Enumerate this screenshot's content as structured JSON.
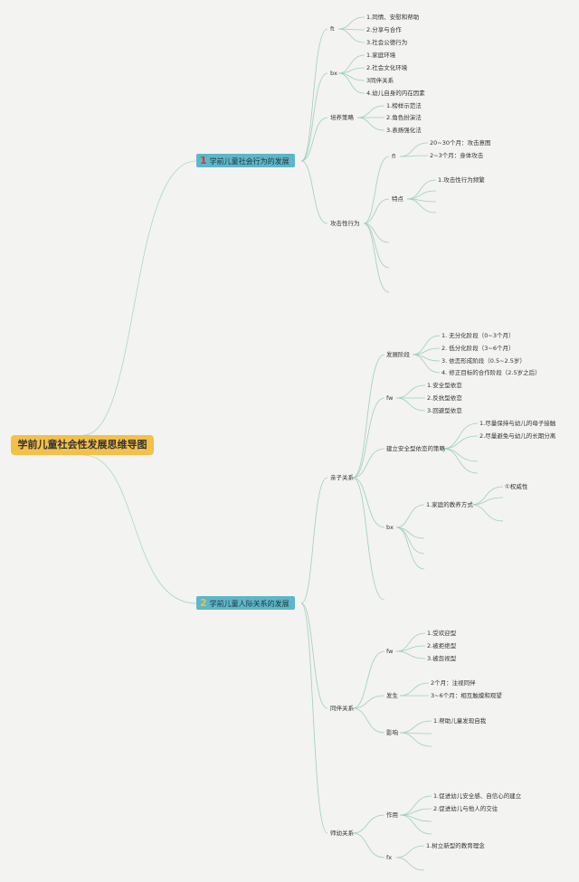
{
  "root": {
    "title": "学前儿童社会性发展思维导图"
  },
  "branch1": {
    "number": "1",
    "title": "学前儿童社会行为的发展",
    "number_color": "#e0303c",
    "n_ft": {
      "label": "ft",
      "items": [
        "1.同情、安慰和帮助",
        "2.分享与合作",
        "3.社会公德行为"
      ]
    },
    "n_bx": {
      "label": "bx",
      "items": [
        "1.家庭环境",
        "2.社会文化环境",
        "3同伴关系",
        "4.幼儿自身的内在因素"
      ]
    },
    "n_pycl": {
      "label": "培养策略",
      "items": [
        "1.榜样示范法",
        "2.角色扮演法",
        "3.表扬强化法"
      ]
    },
    "n_gj": {
      "label": "攻击性行为",
      "n_fl": {
        "label": "fl",
        "items": [
          "20~30个月：攻击意图",
          "2~3个月：身体攻击"
        ]
      },
      "n_td": {
        "label": "特点",
        "items": [
          "1.攻击性行为频繁"
        ]
      }
    }
  },
  "branch2": {
    "number": "2",
    "title": "学前儿童人际关系的发展",
    "number_color": "#f0c03a",
    "n_qz": {
      "label": "亲子关系",
      "n_fzjd": {
        "label": "发展阶段",
        "items": [
          "1. 无分化阶段（0~3个月）",
          "2. 低分化阶段（3~6个月）",
          "3. 依恋形成阶段（0.5~2.5岁）",
          "4. 修正目标的合作阶段（2.5岁之后）"
        ]
      },
      "n_fw": {
        "label": "fw",
        "items": [
          "1.安全型依恋",
          "2.反抗型依恋",
          "3.回避型依恋"
        ]
      },
      "n_jl": {
        "label": "建立安全型依恋的策略",
        "items": [
          "1.尽量保持与幼儿的母子接触",
          "2.尽量避免与幼儿的长期分离"
        ]
      },
      "n_bx": {
        "label": "bx",
        "sub_label": "1.家庭的教养方式",
        "sub_items": [
          "①权威性"
        ]
      }
    },
    "n_tb": {
      "label": "同伴关系",
      "n_fw": {
        "label": "fw",
        "items": [
          "1.受欢迎型",
          "2.被拒绝型",
          "3.被忽视型"
        ]
      },
      "n_fs": {
        "label": "发生",
        "items": [
          "2个月：注视同伴",
          "3~6个月：相互触摸和观望"
        ]
      },
      "n_yx": {
        "label": "影响",
        "items": [
          "1.帮助儿童发现自我"
        ]
      }
    },
    "n_sy": {
      "label": "师幼关系",
      "n_zy": {
        "label": "作用",
        "items": [
          "1.促进幼儿安全感、自信心的建立",
          "2.促进幼儿与他人的交往"
        ]
      },
      "n_fx": {
        "label": "fx",
        "items": [
          "1.树立新型的教育理念"
        ]
      }
    }
  }
}
